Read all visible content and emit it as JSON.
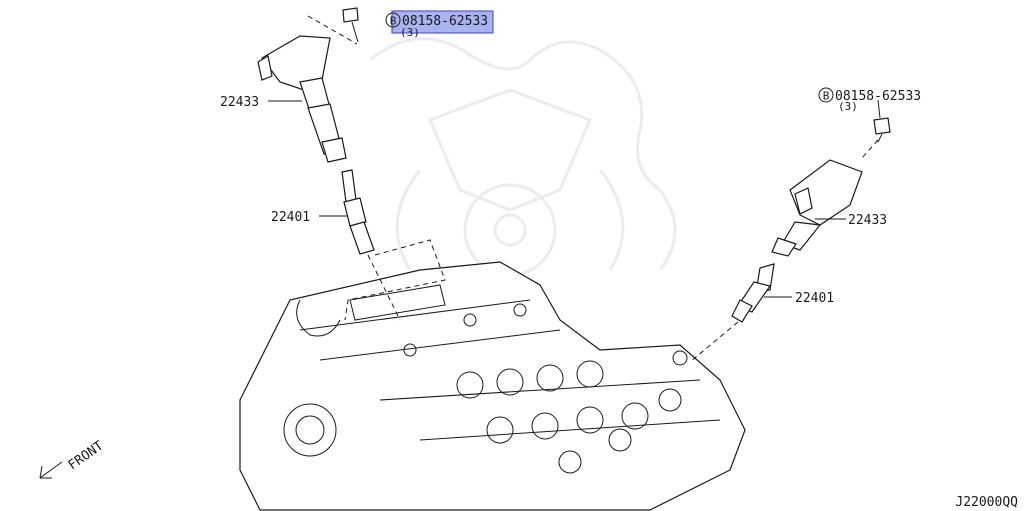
{
  "callouts": {
    "bolt_left": {
      "badge": "B",
      "part_number": "08158-62533",
      "qty": "(3)"
    },
    "bolt_right": {
      "badge": "B",
      "part_number": "08158-62533",
      "qty": "(3)"
    },
    "coil_left": "22433",
    "coil_right": "22433",
    "plug_left": "22401",
    "plug_right": "22401"
  },
  "front_label": "FRONT",
  "diagram_code": "J22000QQ",
  "highlight_color": "#a9b3f0",
  "highlight_border": "#3a45b8"
}
